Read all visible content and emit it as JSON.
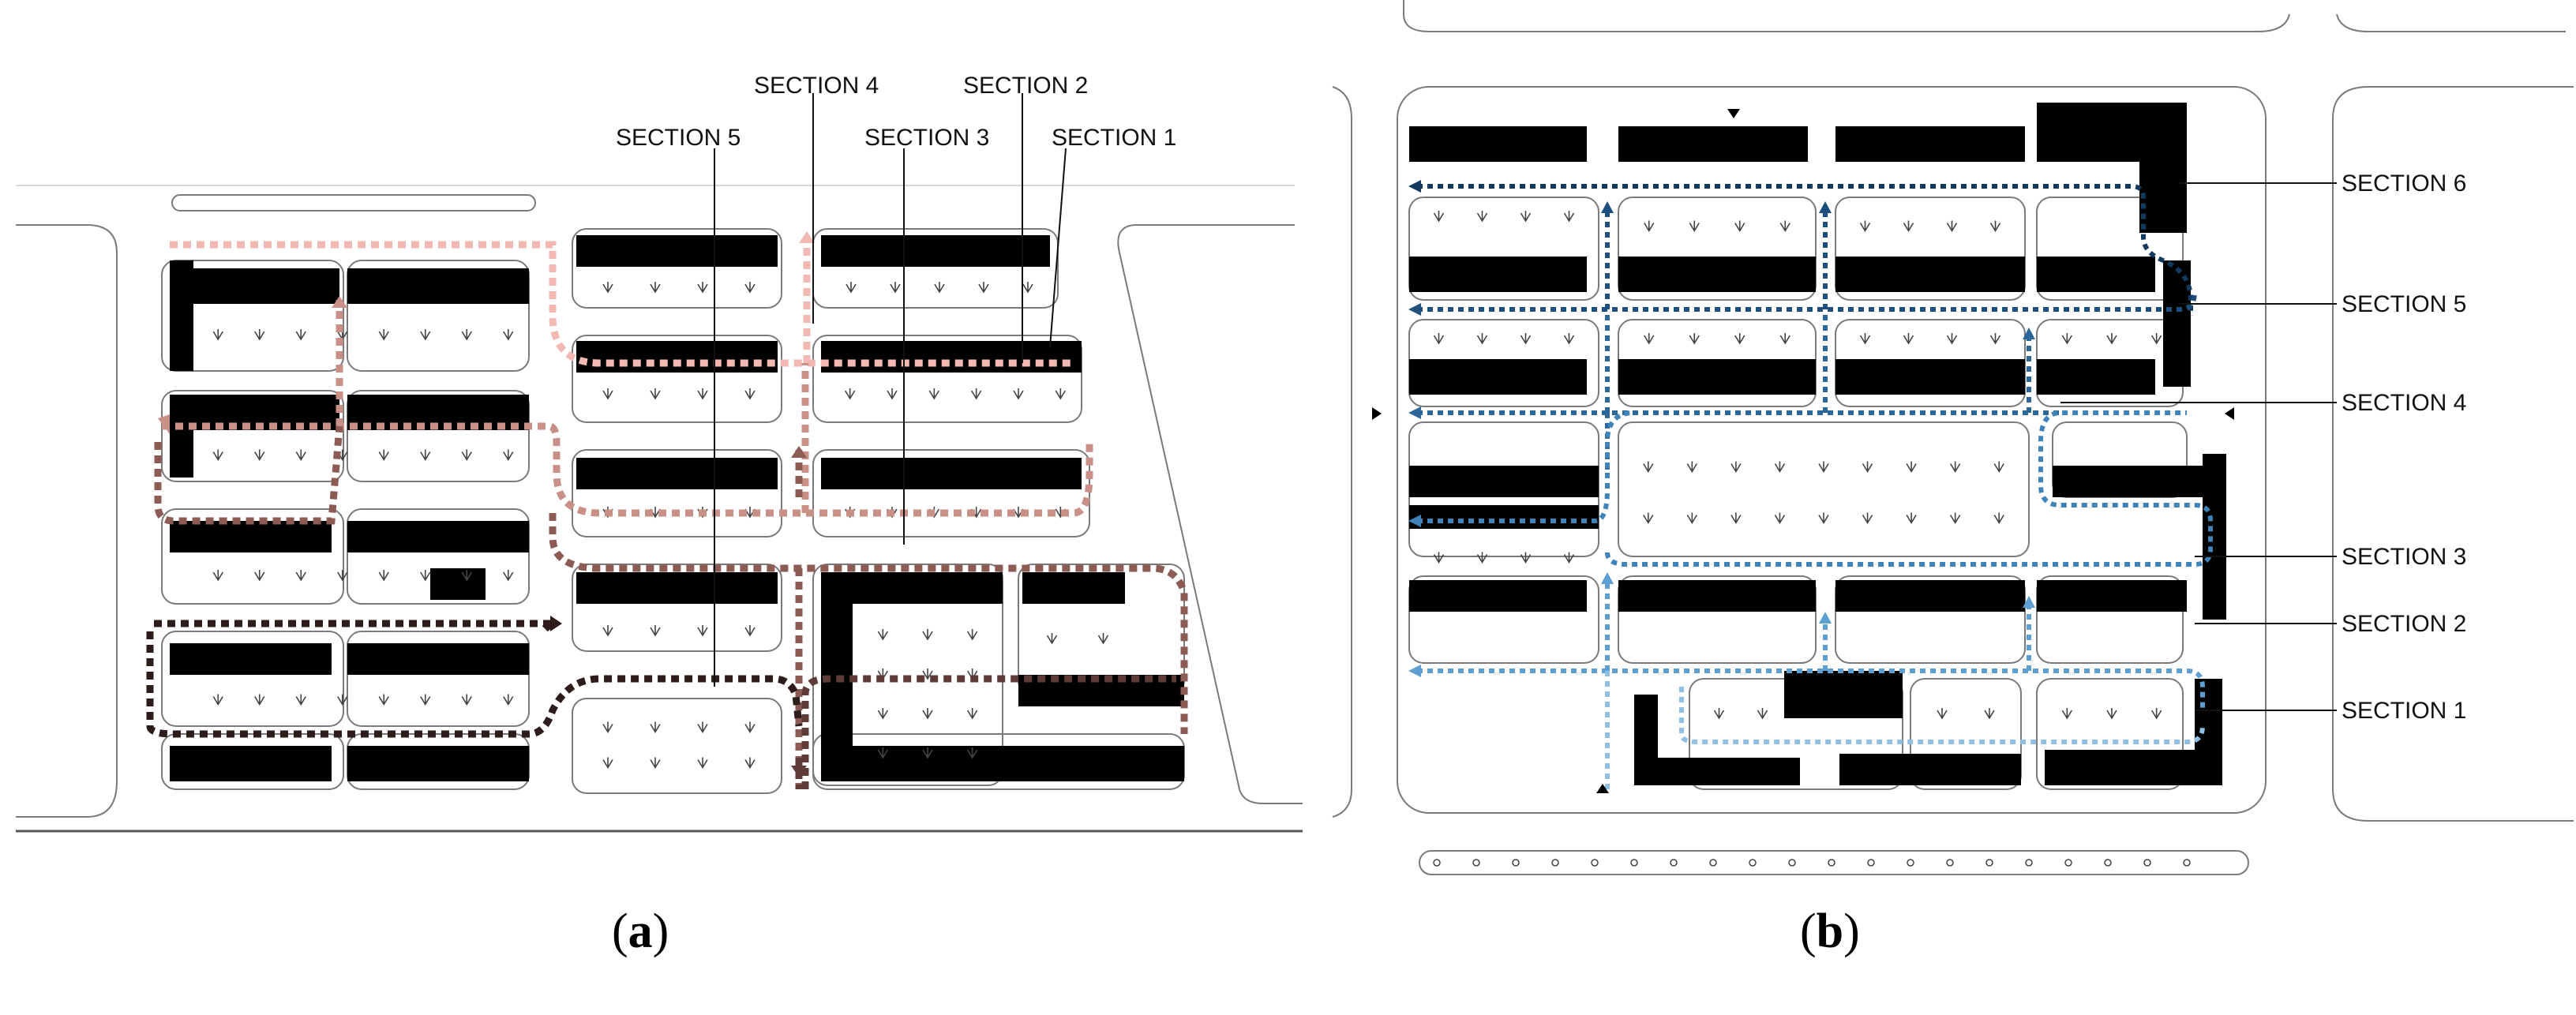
{
  "panel_a": {
    "sections": [
      "SECTION 4",
      "SECTION 2",
      "SECTION 5",
      "SECTION 3",
      "SECTION 1"
    ],
    "caption": {
      "open": "(",
      "letter": "a",
      "close": ")"
    },
    "route_colors": [
      "#f2b9b3",
      "#c99088",
      "#8c5b54",
      "#5e3b36",
      "#2e1c1a"
    ]
  },
  "panel_b": {
    "sections": [
      "SECTION 6",
      "SECTION 5",
      "SECTION 4",
      "SECTION 3",
      "SECTION 2",
      "SECTION 1"
    ],
    "caption": {
      "open": "(",
      "letter": "b",
      "close": ")"
    },
    "route_colors": [
      "#123a5f",
      "#1f4f7d",
      "#2b6799",
      "#3f83b8",
      "#5c9fd0",
      "#8fc0e4"
    ]
  }
}
